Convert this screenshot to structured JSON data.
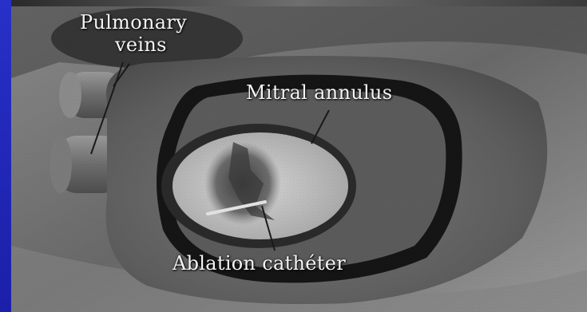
{
  "labels": {
    "pulmonary_veins_line1": "Pulmonary",
    "pulmonary_veins_line2": "veins",
    "mitral_annulus": "Mitral annulus",
    "ablation_catheter": "Ablation cathéter"
  },
  "colors": {
    "frame_blue": "#1b1fa8",
    "tissue": "#6b6b6b",
    "annulus_ring": "#151515",
    "valve_center": "#c9c9c9",
    "label_text": "#f4f4f4"
  }
}
